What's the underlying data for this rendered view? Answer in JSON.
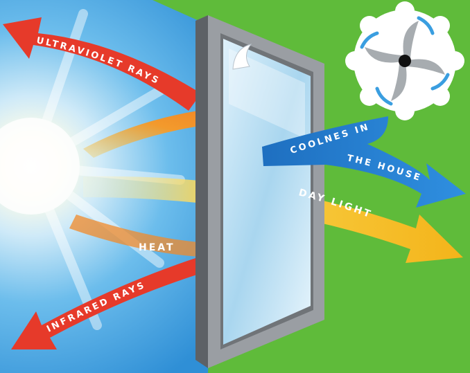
{
  "labels": {
    "ultraviolet": "ULTRAVIOLET RAYS",
    "heat": "HEAT",
    "infrared": "INFRARED RAYS",
    "coolness": "COOLNES IN",
    "house": "THE HOUSE",
    "daylight": "DAY LIGHT"
  },
  "icons": [
    "sun-icon",
    "window-icon",
    "fan-icon",
    "peeling-film-icon"
  ],
  "colors": {
    "background_green": "#5fbb3a",
    "sky_blue": "#3a9fe0",
    "red_arrow": "#e8362c",
    "orange_arrow": "#f07a22",
    "yellow_arrow": "#f6c21d",
    "blue_arrow": "#2b84d2",
    "window_frame": "#8d9196"
  }
}
